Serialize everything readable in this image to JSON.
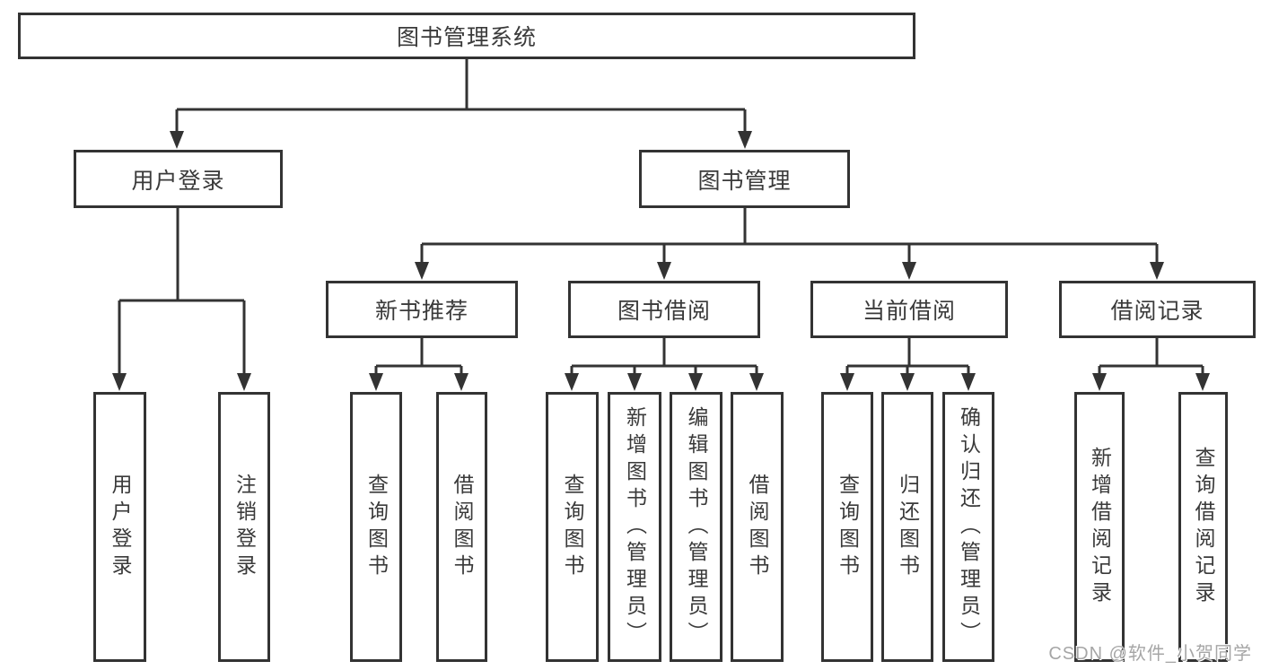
{
  "tree": {
    "root": {
      "label": "图书管理系统"
    },
    "level2": [
      {
        "label": "用户登录"
      },
      {
        "label": "图书管理"
      }
    ],
    "level3": [
      {
        "label": "新书推荐"
      },
      {
        "label": "图书借阅"
      },
      {
        "label": "当前借阅"
      },
      {
        "label": "借阅记录"
      }
    ],
    "leaves": {
      "user_login": [
        {
          "label": "用户登录"
        },
        {
          "label": "注销登录"
        }
      ],
      "new_book_recommend": [
        {
          "label": "查询图书"
        },
        {
          "label": "借阅图书"
        }
      ],
      "book_borrow": [
        {
          "label": "查询图书"
        },
        {
          "label": "新增图书（管理员）"
        },
        {
          "label": "编辑图书（管理员）"
        },
        {
          "label": "借阅图书"
        }
      ],
      "current_borrow": [
        {
          "label": "查询图书"
        },
        {
          "label": "归还图书"
        },
        {
          "label": "确认归还（管理员）"
        }
      ],
      "borrow_records": [
        {
          "label": "新增借阅记录"
        },
        {
          "label": "查询借阅记录"
        }
      ]
    }
  },
  "watermark": {
    "text": "CSDN @软件_小贺同学"
  },
  "colors": {
    "line": "#333333",
    "text": "#3a3a3a",
    "watermark": "#a6a6a6",
    "background": "#ffffff"
  }
}
